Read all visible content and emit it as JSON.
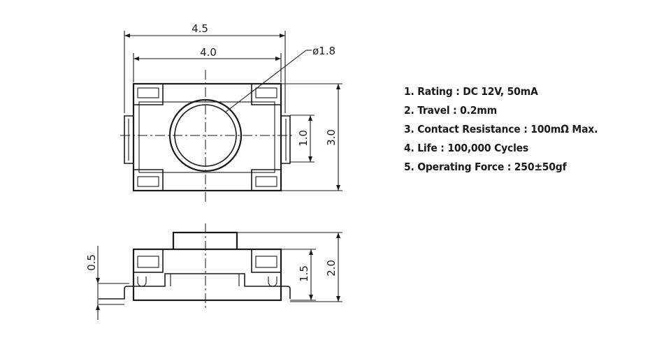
{
  "dimensions": {
    "width_outer": "4.5",
    "width_inner": "4.0",
    "actuator_diameter": "ø1.8",
    "pad_height": "1.0",
    "body_height": "3.0",
    "lead_offset": "0.5",
    "body_thickness": "1.5",
    "total_height": "2.0"
  },
  "specs": [
    "1. Rating : DC 12V, 50mA",
    "2. Travel : 0.2mm",
    "3. Contact Resistance : 100mΩ Max.",
    "4. Life : 100,000 Cycles",
    "5. Operating Force : 250±50gf"
  ]
}
